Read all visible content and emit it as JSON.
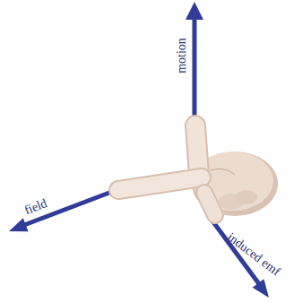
{
  "diagram": {
    "labels": [
      "motion",
      "field",
      "induced emf"
    ]
  }
}
